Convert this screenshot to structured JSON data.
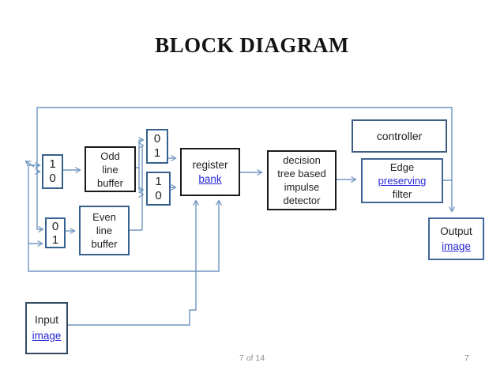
{
  "slide": {
    "title": "BLOCK DIAGRAM",
    "footer": {
      "page_info": "7 of 14",
      "page_number": "7"
    }
  },
  "colors": {
    "link_blue": "#2727d8",
    "connector_blue": "#7096c0",
    "box_border_black": "#1a1a1a",
    "box_border_steel": "#36618f",
    "footer_gray": "#909090"
  },
  "nodes": {
    "mux_top_left": {
      "line1": "1",
      "line2": "0"
    },
    "mux_bottom_left": {
      "line1": "0",
      "line2": "1"
    },
    "odd_line_buffer": {
      "line1": "Odd",
      "line2": "line",
      "line3": "buffer"
    },
    "even_line_buffer": {
      "line1": "Even",
      "line2": "line",
      "line3": "buffer"
    },
    "mux_middle_top": {
      "line1": "0",
      "line2": "1"
    },
    "mux_middle_bottom": {
      "line1": "1",
      "line2": "0"
    },
    "register_bank": {
      "line1": "register",
      "line2": "bank"
    },
    "impulse_detector": {
      "line1": "decision",
      "line2": "tree based",
      "line3": "impulse",
      "line4": "detector"
    },
    "controller": {
      "line1": "controller"
    },
    "edge_preserving_filter": {
      "line1": "Edge",
      "line2": "preserving",
      "line3": "filter"
    },
    "output_image": {
      "line1": "Output",
      "line2": "image"
    },
    "input_image": {
      "line1": "Input",
      "line2": "image"
    }
  }
}
